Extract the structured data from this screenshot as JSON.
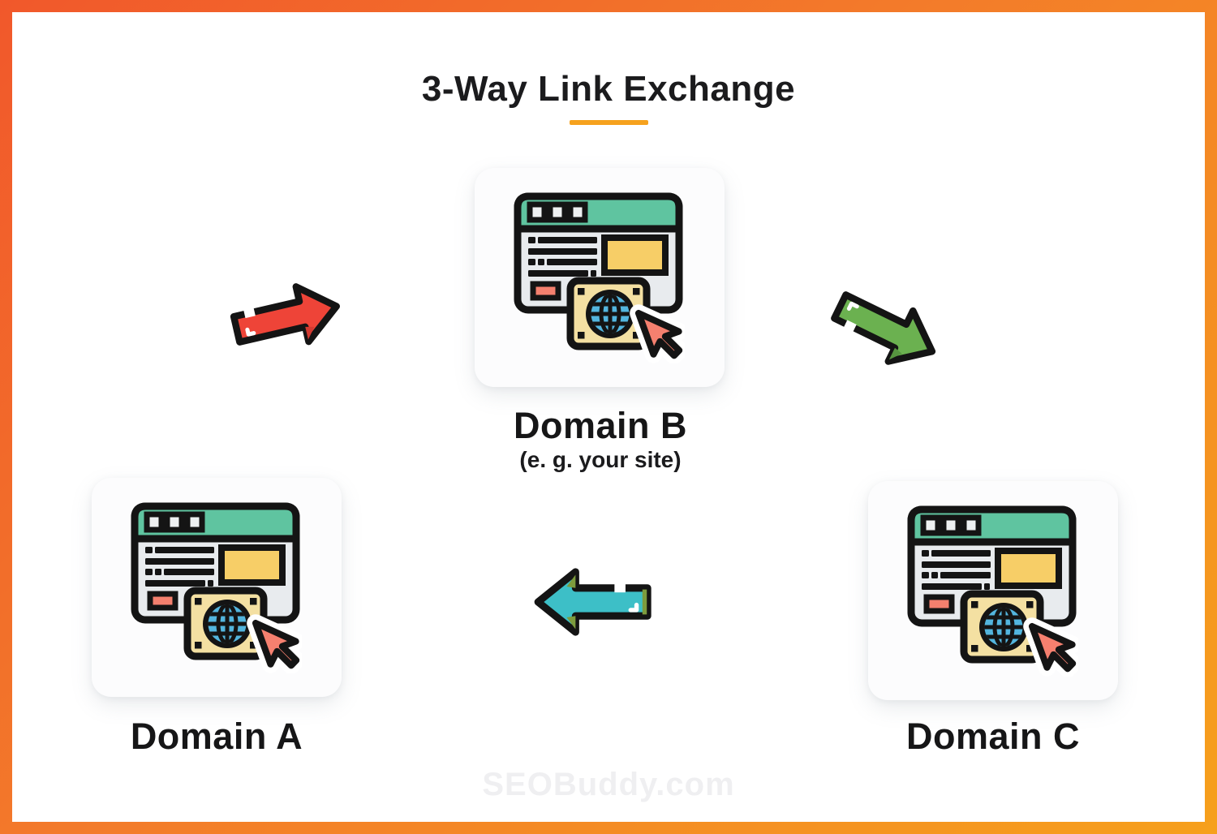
{
  "title": "3-Way Link Exchange",
  "diagram": {
    "nodes": [
      {
        "label": "Domain A"
      },
      {
        "label": "Domain B",
        "sublabel": "(e. g. your site)"
      },
      {
        "label": "Domain C"
      }
    ],
    "arrows": [
      {
        "name": "domain-a-to-domain-b",
        "direction": "up-right",
        "color": "#ee4438"
      },
      {
        "name": "domain-b-to-domain-c",
        "direction": "down-right",
        "color": "#6bb150"
      },
      {
        "name": "domain-c-to-domain-a",
        "direction": "left",
        "color": "#3dbfc7"
      }
    ]
  },
  "watermark": "SEOBuddy.com",
  "colors": {
    "frame_gradient_start": "#f1582b",
    "frame_gradient_end": "#f6a01c",
    "title_underline": "#f6a21e",
    "text": "#1b1b1d",
    "browser_header": "#5fc4a0",
    "browser_body": "#e8ebee",
    "browser_image_placeholder": "#f7ce67",
    "browser_accent_block": "#f4806e",
    "globe_card": "#f4e0a2",
    "globe_blue": "#53b5de",
    "cursor": "#f5806f",
    "outline": "#141414"
  }
}
